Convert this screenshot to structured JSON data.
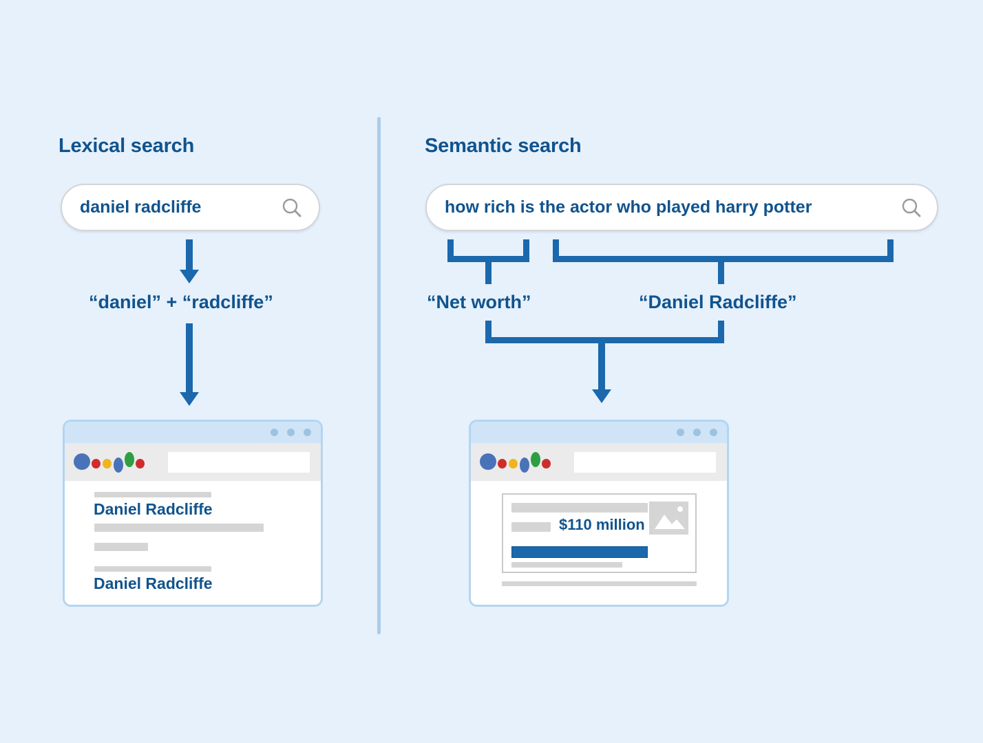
{
  "background_color": "#e6f1fc",
  "accent_color": "#1b68ad",
  "text_color": "#11538d",
  "columns": {
    "lexical": {
      "heading": "Lexical search",
      "search": {
        "query": "daniel radcliffe",
        "icon": "search-icon"
      },
      "tokens_label": "“daniel” + “radcliffe”",
      "browser": {
        "window_dots": [
          "dot",
          "dot",
          "dot"
        ],
        "address_value": "",
        "logo_name": "search-engine-logo",
        "results": [
          {
            "title": "Daniel Radcliffe"
          },
          {
            "title": "Daniel Radcliffe"
          }
        ]
      }
    },
    "semantic": {
      "heading": "Semantic search",
      "search": {
        "query": "how rich is the actor who played harry potter",
        "icon": "search-icon"
      },
      "concept_left": "“Net worth”",
      "concept_right": "“Daniel Radcliffe”",
      "browser": {
        "window_dots": [
          "dot",
          "dot",
          "dot"
        ],
        "address_value": "",
        "logo_name": "search-engine-logo",
        "knowledge_card": {
          "amount": "$110 million",
          "image_placeholder": "image-placeholder-icon"
        }
      }
    }
  }
}
